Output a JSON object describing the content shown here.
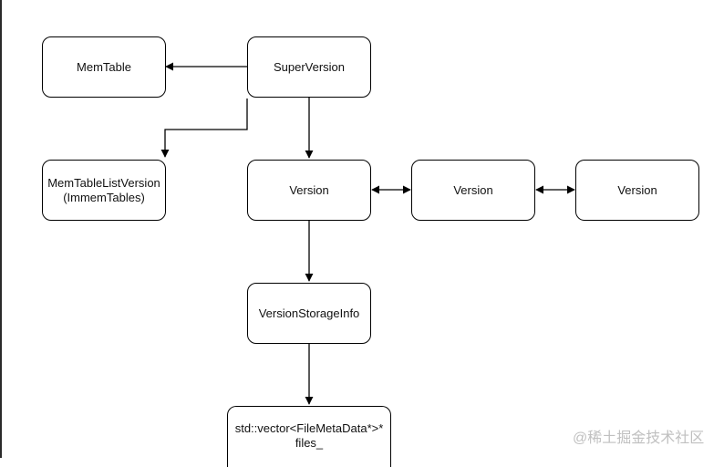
{
  "nodes": {
    "memtable": "MemTable",
    "superversion": "SuperVersion",
    "memtablelist": "MemTableListVersion\n(ImmemTables)",
    "version1": "Version",
    "version2": "Version",
    "version3": "Version",
    "storageinfo": "VersionStorageInfo",
    "files": "std::vector<FileMetaData*>*\nfiles_"
  },
  "watermark": "@稀土掘金技术社区"
}
